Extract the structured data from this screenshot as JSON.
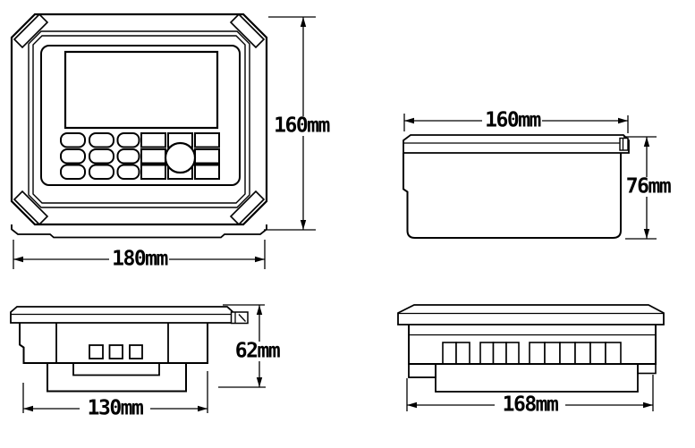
{
  "drawing": {
    "views": {
      "front": {
        "label_width": "180mm",
        "label_height": "160mm"
      },
      "side": {
        "label_width": "160mm",
        "label_height": "76mm"
      },
      "bottom": {
        "label_width": "130mm",
        "label_height": "62mm"
      },
      "rear": {
        "label_width": "168mm"
      }
    },
    "colors": {
      "line": "#000000",
      "background": "#ffffff"
    }
  }
}
